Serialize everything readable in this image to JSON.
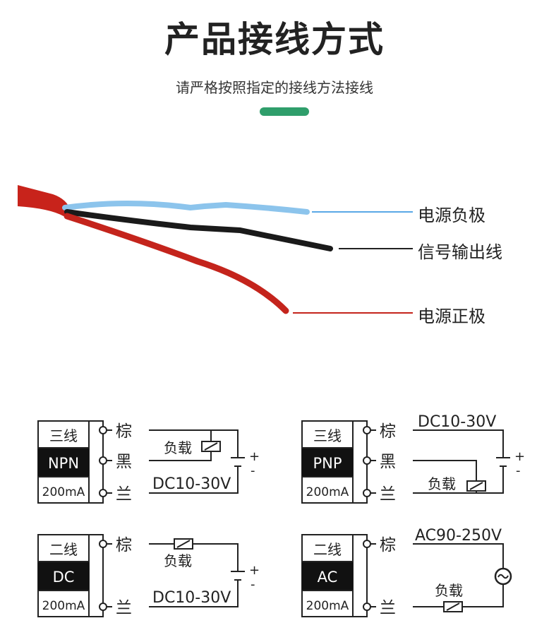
{
  "header": {
    "title": "产品接线方式",
    "subtitle": "请严格按照指定的接线方法接线",
    "accent_color": "#2f9e6b"
  },
  "photo": {
    "labels": {
      "blue": "电源负极",
      "black": "信号输出线",
      "red": "电源正极"
    },
    "colors": {
      "blue": "#8cc4ec",
      "black": "#1a1a1a",
      "red": "#c4241c"
    }
  },
  "diagrams": [
    {
      "id": "npn",
      "wires": "三线",
      "type": "NPN",
      "current": "200mA",
      "terminals": [
        "棕",
        "黑",
        "兰"
      ],
      "load": "负载",
      "supply": "DC10-30V",
      "plus": "+",
      "minus": "-"
    },
    {
      "id": "pnp",
      "wires": "三线",
      "type": "PNP",
      "current": "200mA",
      "terminals": [
        "棕",
        "黑",
        "兰"
      ],
      "load": "负载",
      "supply": "DC10-30V",
      "plus": "+",
      "minus": "-"
    },
    {
      "id": "dc",
      "wires": "二线",
      "type": "DC",
      "current": "200mA",
      "terminals": [
        "棕",
        "兰"
      ],
      "load": "负载",
      "supply": "DC10-30V",
      "plus": "+",
      "minus": "-"
    },
    {
      "id": "ac",
      "wires": "二线",
      "type": "AC",
      "current": "200mA",
      "terminals": [
        "棕",
        "兰"
      ],
      "load": "负载",
      "supply": "AC90-250V"
    }
  ]
}
